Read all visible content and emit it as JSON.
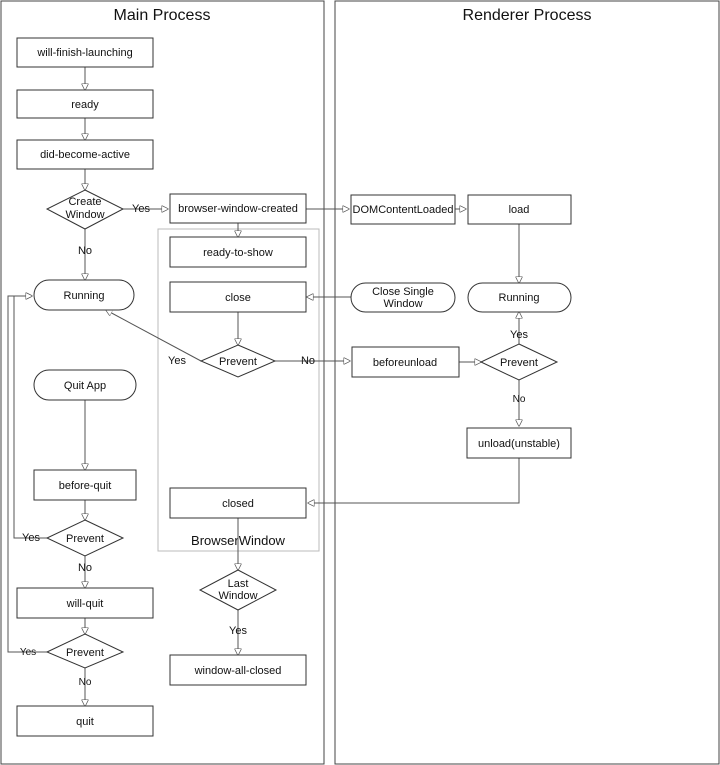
{
  "lanes": {
    "main": "Main Process",
    "renderer": "Renderer Process"
  },
  "group_label": "BrowserWindow",
  "nodes": {
    "will_finish_launching": "will-finish-launching",
    "ready": "ready",
    "did_become_active": "did-become-active",
    "create_window_1": "Create",
    "create_window_2": "Window",
    "running_main": "Running",
    "quit_app": "Quit App",
    "before_quit": "before-quit",
    "prevent_quit_1": "Prevent",
    "will_quit": "will-quit",
    "prevent_quit_2": "Prevent",
    "quit": "quit",
    "browser_window_created": "browser-window-created",
    "ready_to_show": "ready-to-show",
    "close": "close",
    "prevent_close": "Prevent",
    "closed": "closed",
    "last_window_1": "Last",
    "last_window_2": "Window",
    "window_all_closed": "window-all-closed",
    "dom_content_loaded": "DOMContentLoaded",
    "load": "load",
    "close_single_window_1": "Close Single",
    "close_single_window_2": "Window",
    "running_renderer": "Running",
    "beforeunload": "beforeunload",
    "prevent_renderer": "Prevent",
    "unload": "unload(unstable)"
  },
  "edge_labels": {
    "create_yes": "Yes",
    "create_no": "No",
    "prevent_close_yes": "Yes",
    "prevent_close_no": "No",
    "prevent_quit_1_yes": "Yes",
    "prevent_quit_1_no": "No",
    "prevent_quit_2_yes": "Yes",
    "prevent_quit_2_no": "No",
    "last_window_yes": "Yes",
    "renderer_prevent_yes": "Yes",
    "renderer_prevent_no": "No"
  }
}
